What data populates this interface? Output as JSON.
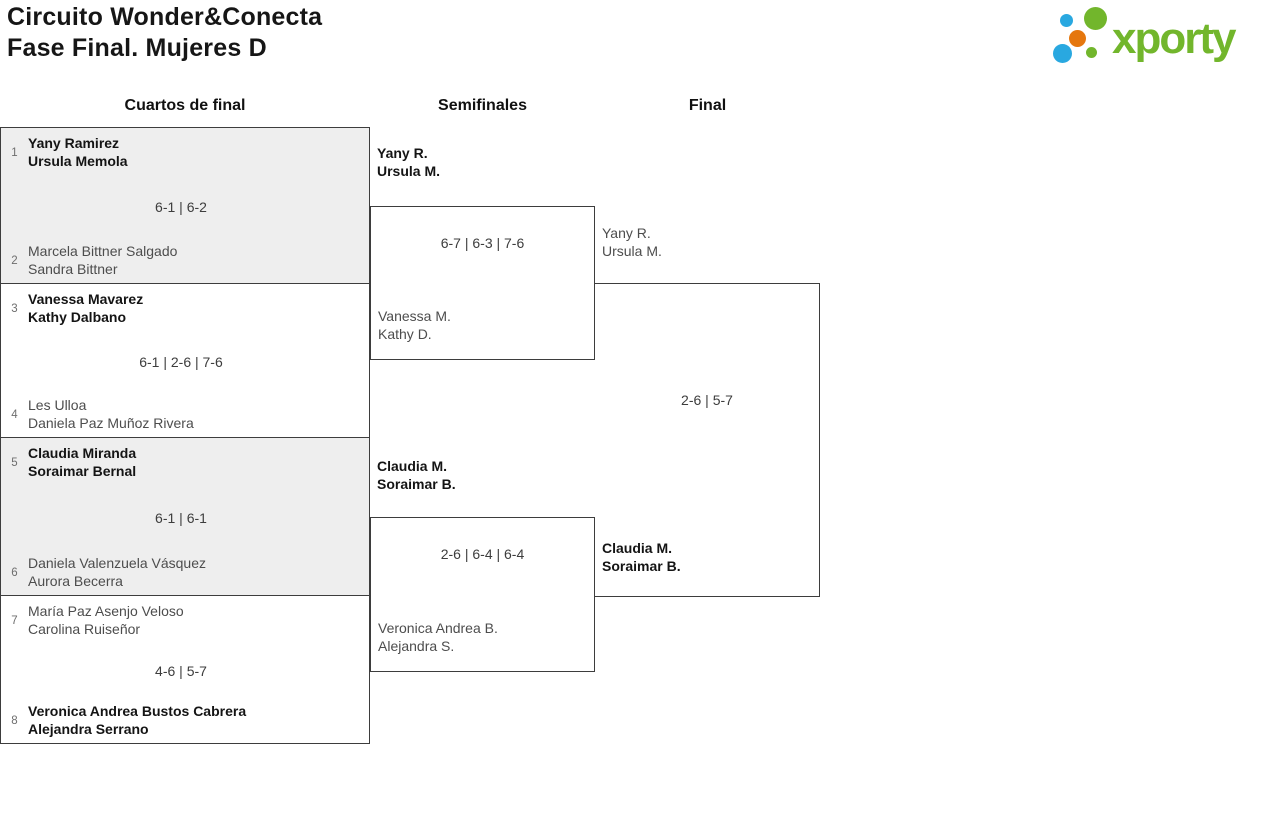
{
  "header": {
    "title_line1": "Circuito Wonder&Conecta",
    "title_line2": "Fase Final. Mujeres D"
  },
  "logo": {
    "text": "xporty"
  },
  "columns": {
    "quarterfinals": "Cuartos de final",
    "semifinals": "Semifinales",
    "final": "Final"
  },
  "colors": {
    "logo_green": "#72b62c",
    "logo_blue": "#29a8e0",
    "logo_orange": "#e5770e",
    "bracket_line": "#3d3d3d",
    "match_fill_gray": "#eeeeee",
    "winner_text": "#141414",
    "loser_text": "#4d4d4d"
  },
  "quarterfinals": [
    {
      "seed_top": "1",
      "team_top_line1": "Yany Ramirez",
      "team_top_line2": "Ursula Memola",
      "team_top_winner": true,
      "score": "6-1 | 6-2",
      "seed_bottom": "2",
      "team_bottom_line1": "Marcela Bittner Salgado",
      "team_bottom_line2": "Sandra Bittner",
      "team_bottom_winner": false
    },
    {
      "seed_top": "3",
      "team_top_line1": "Vanessa Mavarez",
      "team_top_line2": "Kathy Dalbano",
      "team_top_winner": true,
      "score": "6-1 | 2-6 | 7-6",
      "seed_bottom": "4",
      "team_bottom_line1": "Les Ulloa",
      "team_bottom_line2": "Daniela Paz Muñoz Rivera",
      "team_bottom_winner": false
    },
    {
      "seed_top": "5",
      "team_top_line1": "Claudia Miranda",
      "team_top_line2": "Soraimar Bernal",
      "team_top_winner": true,
      "score": "6-1 | 6-1",
      "seed_bottom": "6",
      "team_bottom_line1": "Daniela Valenzuela Vásquez",
      "team_bottom_line2": "Aurora Becerra",
      "team_bottom_winner": false
    },
    {
      "seed_top": "7",
      "team_top_line1": "María Paz Asenjo Veloso",
      "team_top_line2": "Carolina Ruiseñor",
      "team_top_winner": false,
      "score": "4-6 | 5-7",
      "seed_bottom": "8",
      "team_bottom_line1": "Veronica Andrea Bustos Cabrera",
      "team_bottom_line2": "Alejandra Serrano",
      "team_bottom_winner": true
    }
  ],
  "semifinals": [
    {
      "team_top_line1": "Yany R.",
      "team_top_line2": "Ursula M.",
      "team_top_winner": true,
      "score": "6-7 | 6-3 | 7-6",
      "team_bottom_line1": "Vanessa M.",
      "team_bottom_line2": "Kathy D.",
      "team_bottom_winner": false
    },
    {
      "team_top_line1": "Claudia M.",
      "team_top_line2": "Soraimar B.",
      "team_top_winner": true,
      "score": "2-6 | 6-4 | 6-4",
      "team_bottom_line1": "Veronica Andrea B.",
      "team_bottom_line2": "Alejandra S.",
      "team_bottom_winner": false
    }
  ],
  "final": {
    "team_top_line1": "Yany R.",
    "team_top_line2": "Ursula M.",
    "team_top_winner": false,
    "score": "2-6 | 5-7",
    "team_bottom_line1": "Claudia M.",
    "team_bottom_line2": "Soraimar B.",
    "team_bottom_winner": true
  }
}
